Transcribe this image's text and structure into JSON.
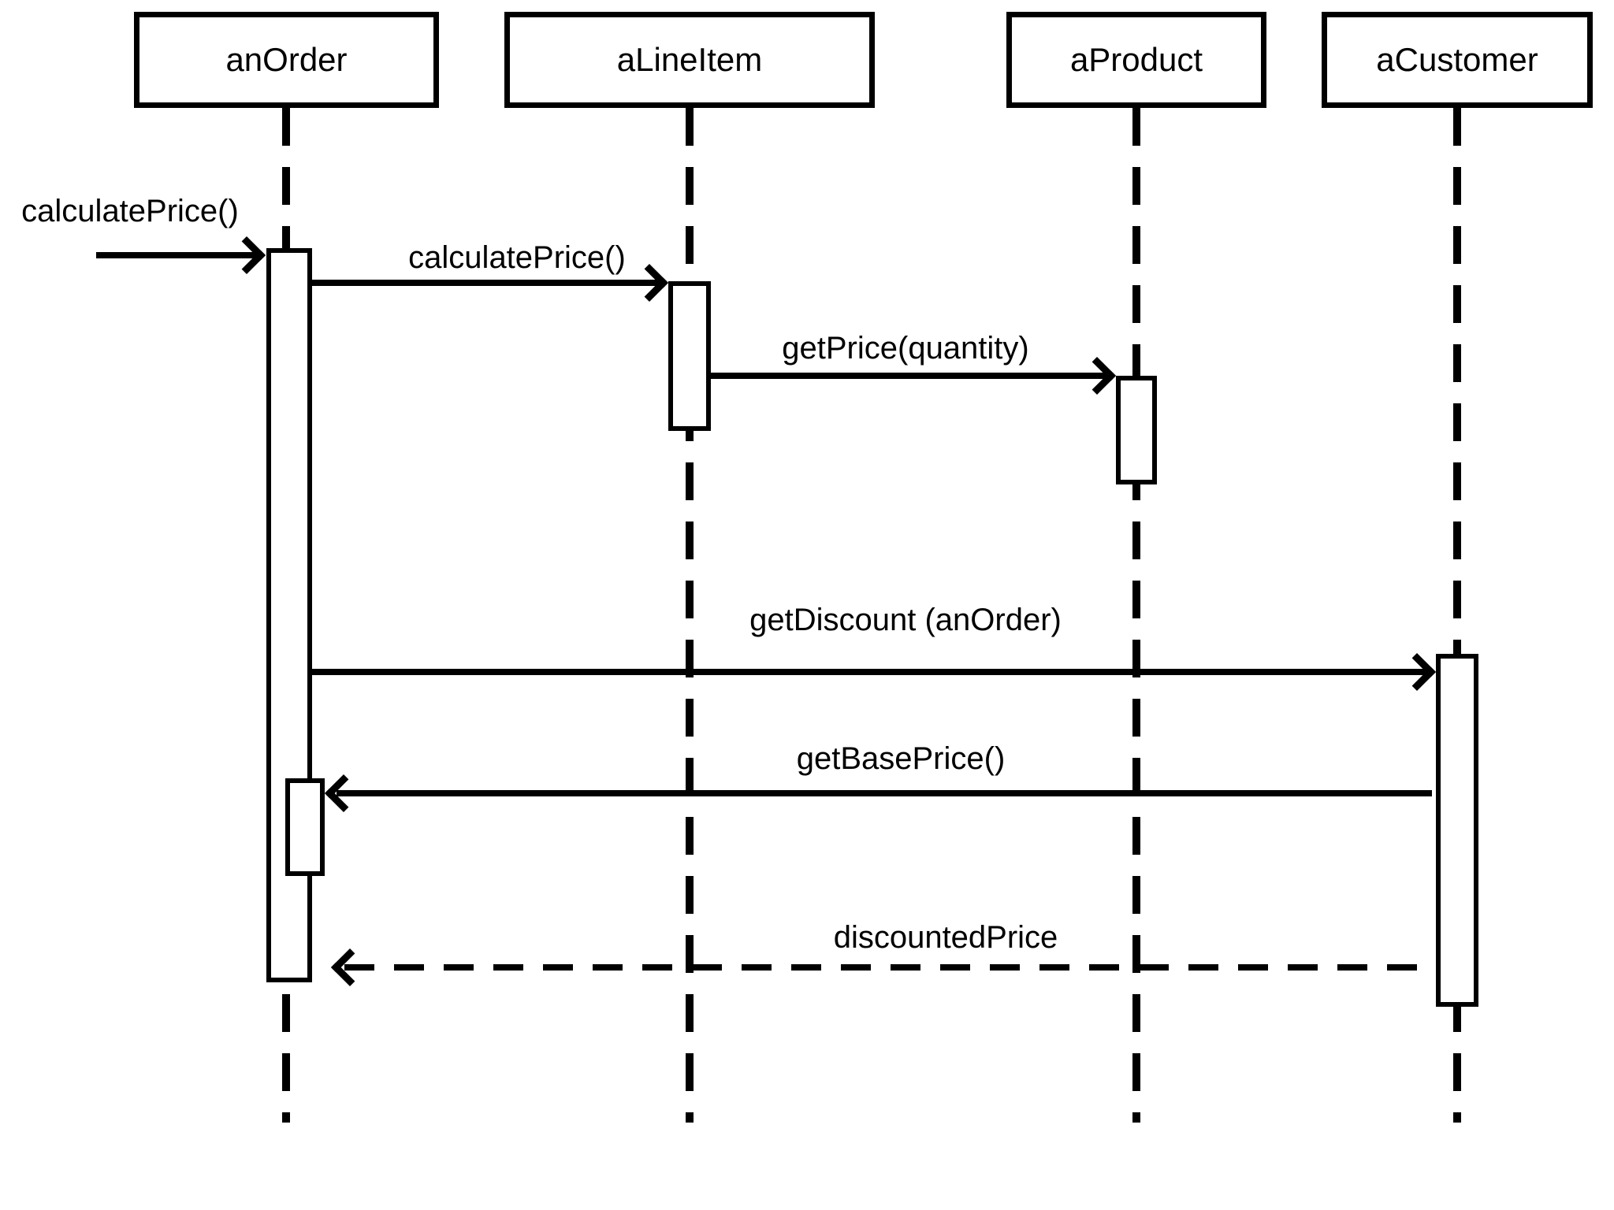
{
  "diagram_type": "uml-sequence-diagram",
  "colors": {
    "line": "#000000",
    "background": "#ffffff",
    "fill": "#ffffff"
  },
  "actors": [
    {
      "id": "anOrder",
      "label": "anOrder"
    },
    {
      "id": "aLineItem",
      "label": "aLineItem"
    },
    {
      "id": "aProduct",
      "label": "aProduct"
    },
    {
      "id": "aCustomer",
      "label": "aCustomer"
    }
  ],
  "messages": [
    {
      "label": "calculatePrice()",
      "from": "external",
      "to": "anOrder",
      "type": "sync",
      "direction": "right"
    },
    {
      "label": "calculatePrice()",
      "from": "anOrder",
      "to": "aLineItem",
      "type": "sync",
      "direction": "right"
    },
    {
      "label": "getPrice(quantity)",
      "from": "aLineItem",
      "to": "aProduct",
      "type": "sync",
      "direction": "right"
    },
    {
      "label": "getDiscount (anOrder)",
      "from": "anOrder",
      "to": "aCustomer",
      "type": "sync",
      "direction": "right"
    },
    {
      "label": "getBasePrice()",
      "from": "aCustomer",
      "to": "anOrder",
      "type": "sync",
      "direction": "left"
    },
    {
      "label": "discountedPrice",
      "from": "aCustomer",
      "to": "anOrder",
      "type": "return",
      "direction": "left"
    }
  ]
}
